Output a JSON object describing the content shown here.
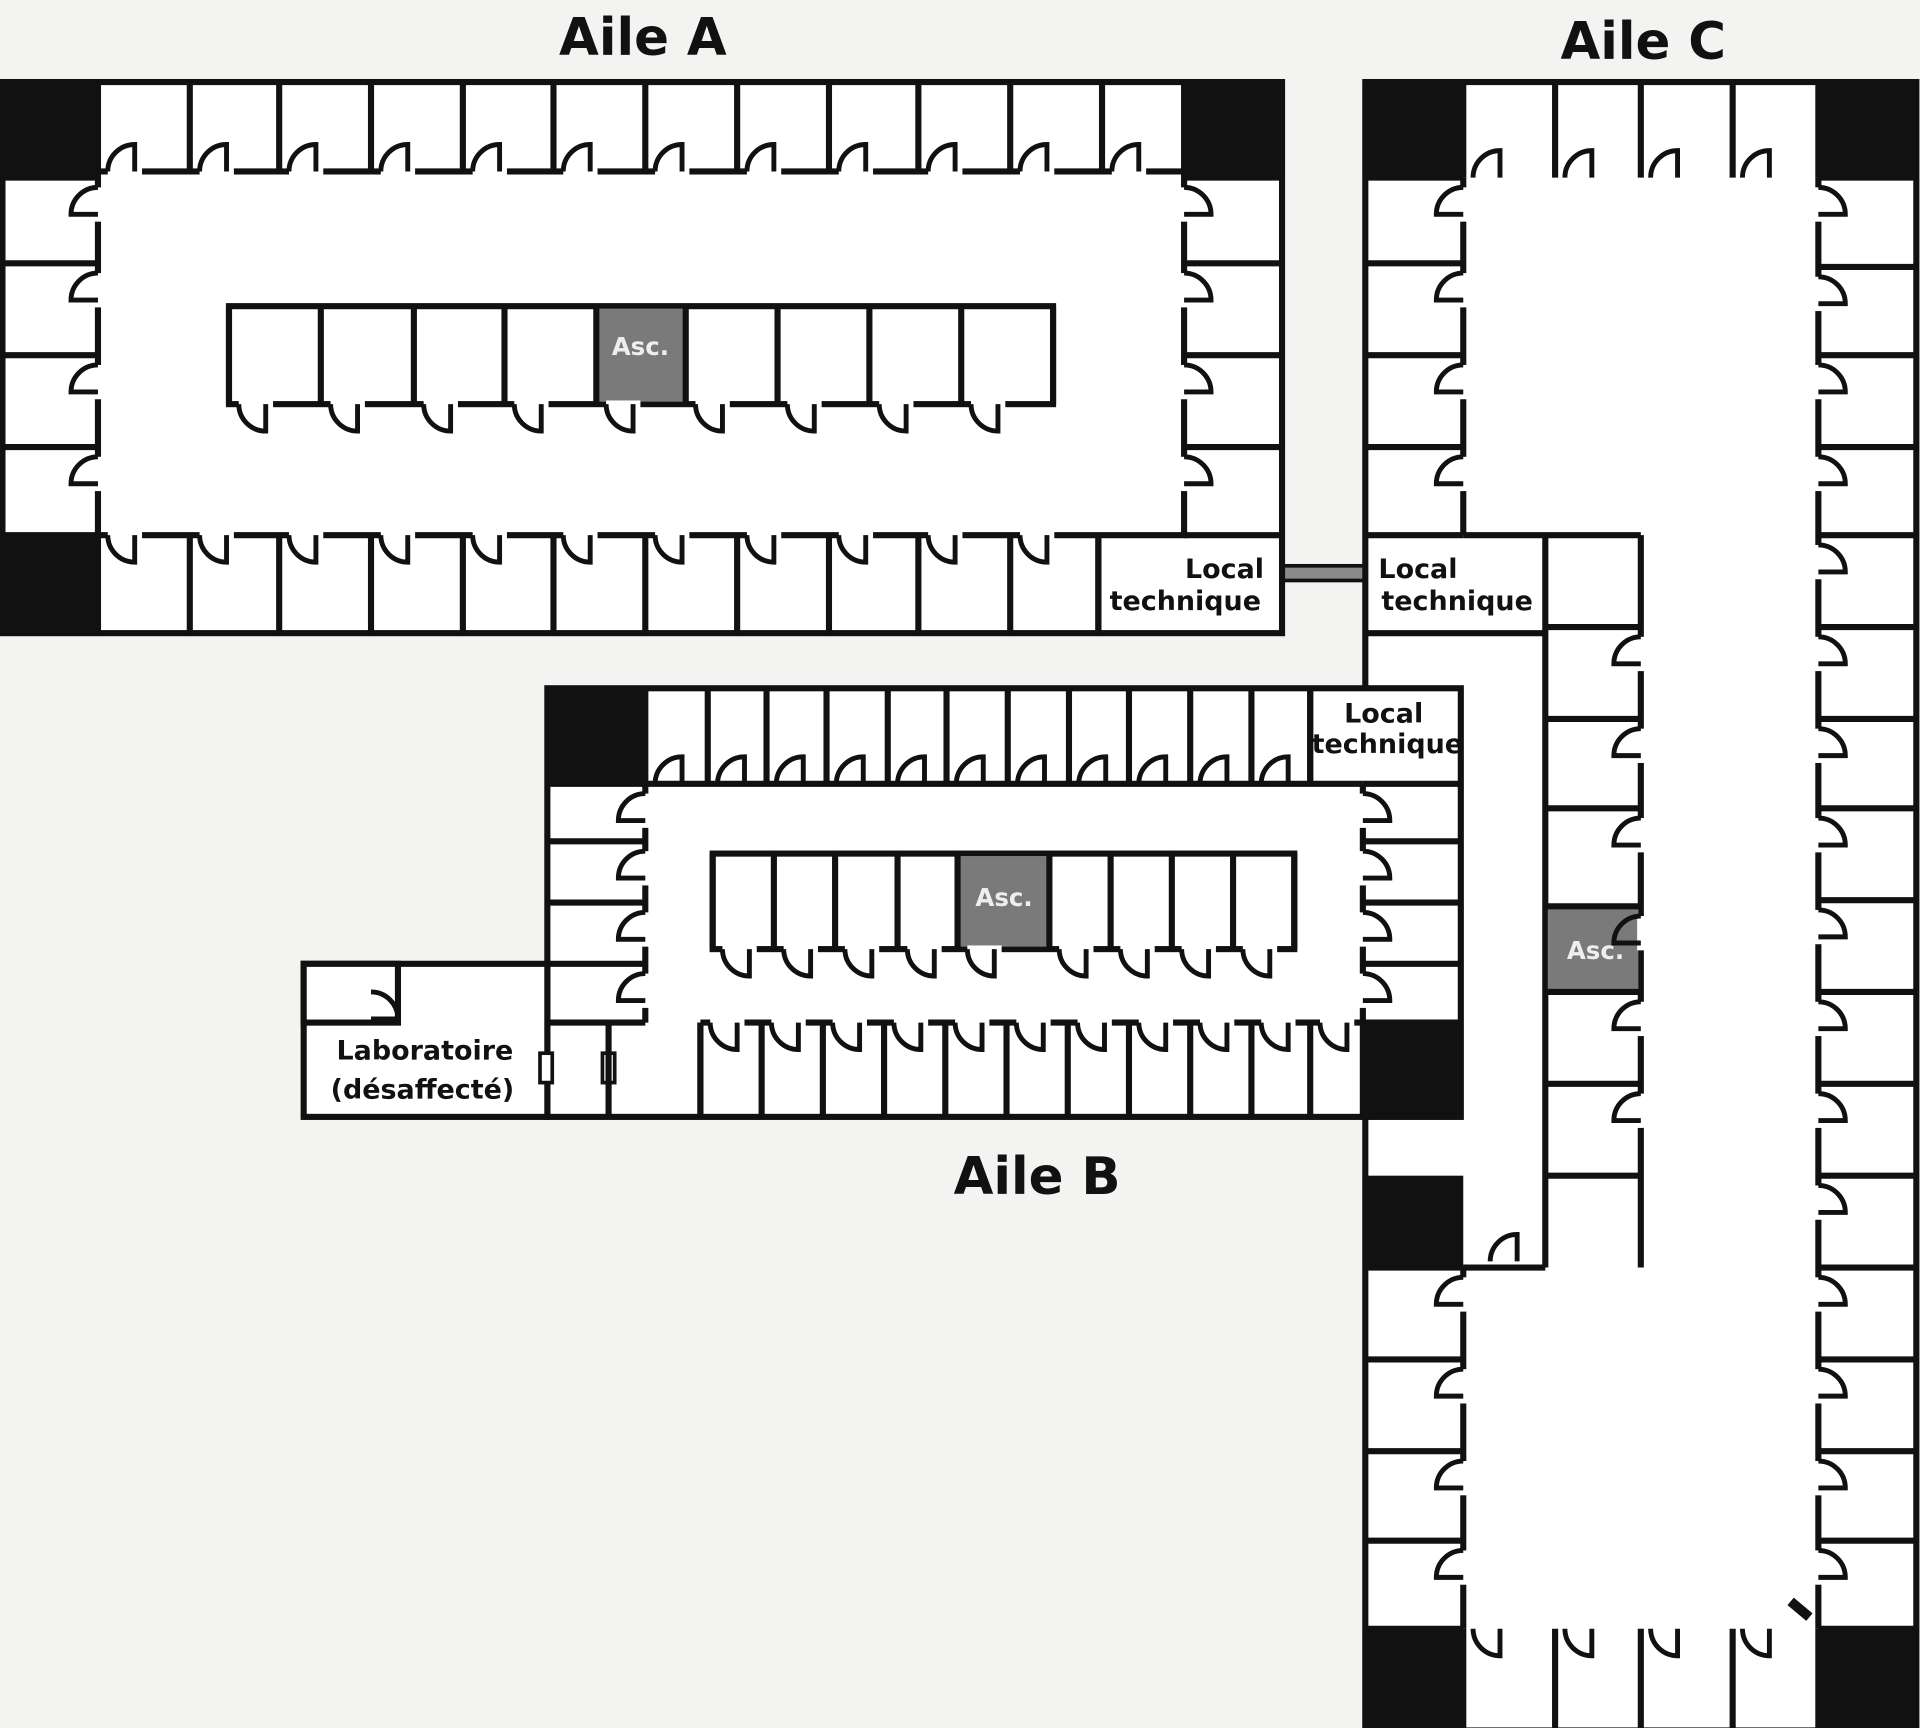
{
  "title": "Plan de l'étage",
  "wings": {
    "a": "Aile A",
    "b": "Aile B",
    "c": "Aile C"
  },
  "rooms": {
    "local_line1": "Local",
    "local_line2": "technique",
    "lab_line1": "Laboratoire",
    "lab_line2": "(désaffecté)",
    "elevator": "Asc."
  },
  "colors": {
    "wall": "#111111",
    "elevator": "#7a7a7a",
    "connector": "#8a8a8a",
    "paper": "#f3f3f1"
  }
}
